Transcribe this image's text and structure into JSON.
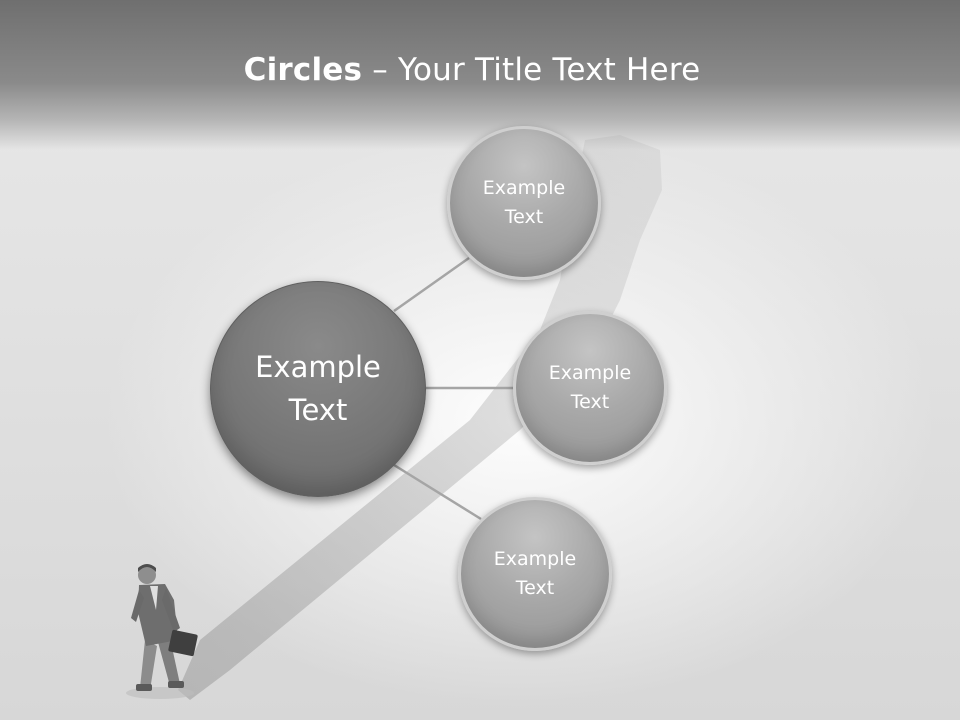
{
  "title": {
    "bold": "Circles",
    "rest": " – Your Title Text Here"
  },
  "main_circle": {
    "label": "Example Text"
  },
  "circles": [
    {
      "label": "Example Text"
    },
    {
      "label": "Example Text"
    },
    {
      "label": "Example Text"
    }
  ],
  "colors": {
    "title_band": "#7f7f7f",
    "main_circle": "#7a7a7a",
    "small_circle": "#a9a9a9",
    "connector": "#a5a5a5"
  }
}
